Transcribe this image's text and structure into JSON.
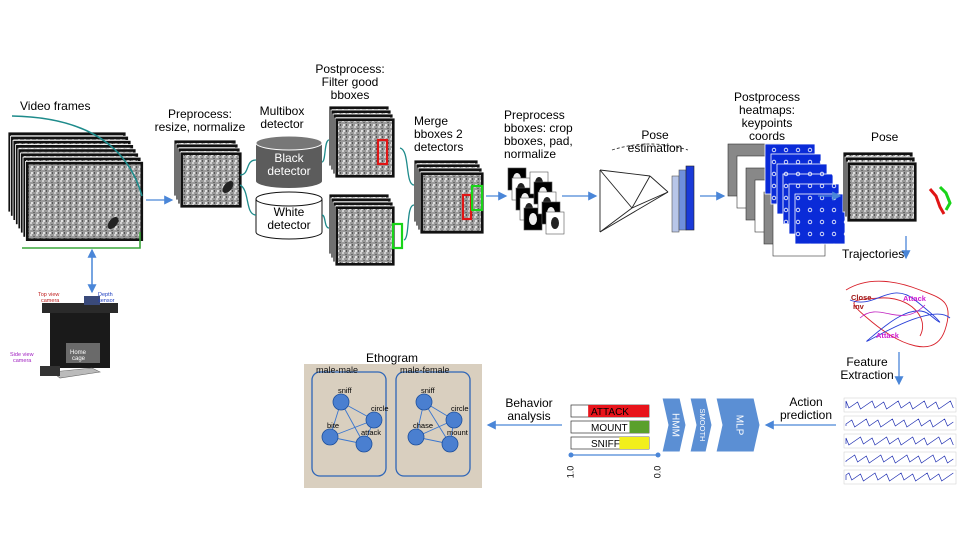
{
  "stages": {
    "video_frames": "Video frames",
    "preprocess": [
      "Preprocess:",
      "resize, normalize"
    ],
    "multibox": [
      "Multibox",
      "detector"
    ],
    "black_detector": [
      "Black",
      "detector"
    ],
    "white_detector": [
      "White",
      "detector"
    ],
    "postprocess": [
      "Postprocess:",
      "Filter good",
      "bboxes"
    ],
    "merge": [
      "Merge",
      "bboxes 2",
      "detectors"
    ],
    "preprocess_bboxes": [
      "Preprocess",
      "bboxes: crop",
      "bboxes, pad,",
      "normalize"
    ],
    "pose_estimation": [
      "Pose",
      "estimation"
    ],
    "postprocess_heatmaps": [
      "Postprocess",
      "heatmaps:",
      "keypoints",
      "coords"
    ],
    "pose": "Pose",
    "trajectories": "Trajectories",
    "feature_extraction": [
      "Feature",
      "Extraction"
    ],
    "action_prediction": [
      "Action",
      "prediction"
    ],
    "behavior_analysis": [
      "Behavior",
      "analysis"
    ],
    "ethogram": "Ethogram"
  },
  "rig": {
    "top_view_camera": [
      "Top view",
      "camera"
    ],
    "depth_sensor": [
      "Depth",
      "sensor"
    ],
    "side_view_camera": [
      "Side view",
      "camera"
    ],
    "home_cage": [
      "Home",
      "cage"
    ]
  },
  "trajectory_labels": {
    "close_inv": [
      "Close",
      "inv"
    ],
    "attack_top": "Attack",
    "attack_bottom": "Attack"
  },
  "classifier": {
    "models": [
      "HMM",
      "SMOOTH",
      "MLP"
    ],
    "bars": [
      {
        "label": "ATTACK",
        "value": 0.78,
        "color": "#e8141b"
      },
      {
        "label": "MOUNT",
        "value": 0.25,
        "color": "#5aa02c"
      },
      {
        "label": "SNIFF",
        "value": 0.38,
        "color": "#f2ef1c"
      }
    ],
    "axis_left": "1.0",
    "axis_right": "0.0"
  },
  "ethogram": {
    "panels": [
      {
        "title": "male-male",
        "nodes": [
          "sniff",
          "circle",
          "bite",
          "attack"
        ]
      },
      {
        "title": "male-female",
        "nodes": [
          "sniff",
          "circle",
          "chase",
          "mount"
        ]
      }
    ]
  },
  "colors": {
    "arrow": "#4a86d8",
    "teal": "#1e8b8b",
    "red_box": "#e01515",
    "green_box": "#19d419",
    "node": "#4a7fd0",
    "ethogram_bg": "#d9cfbf"
  }
}
